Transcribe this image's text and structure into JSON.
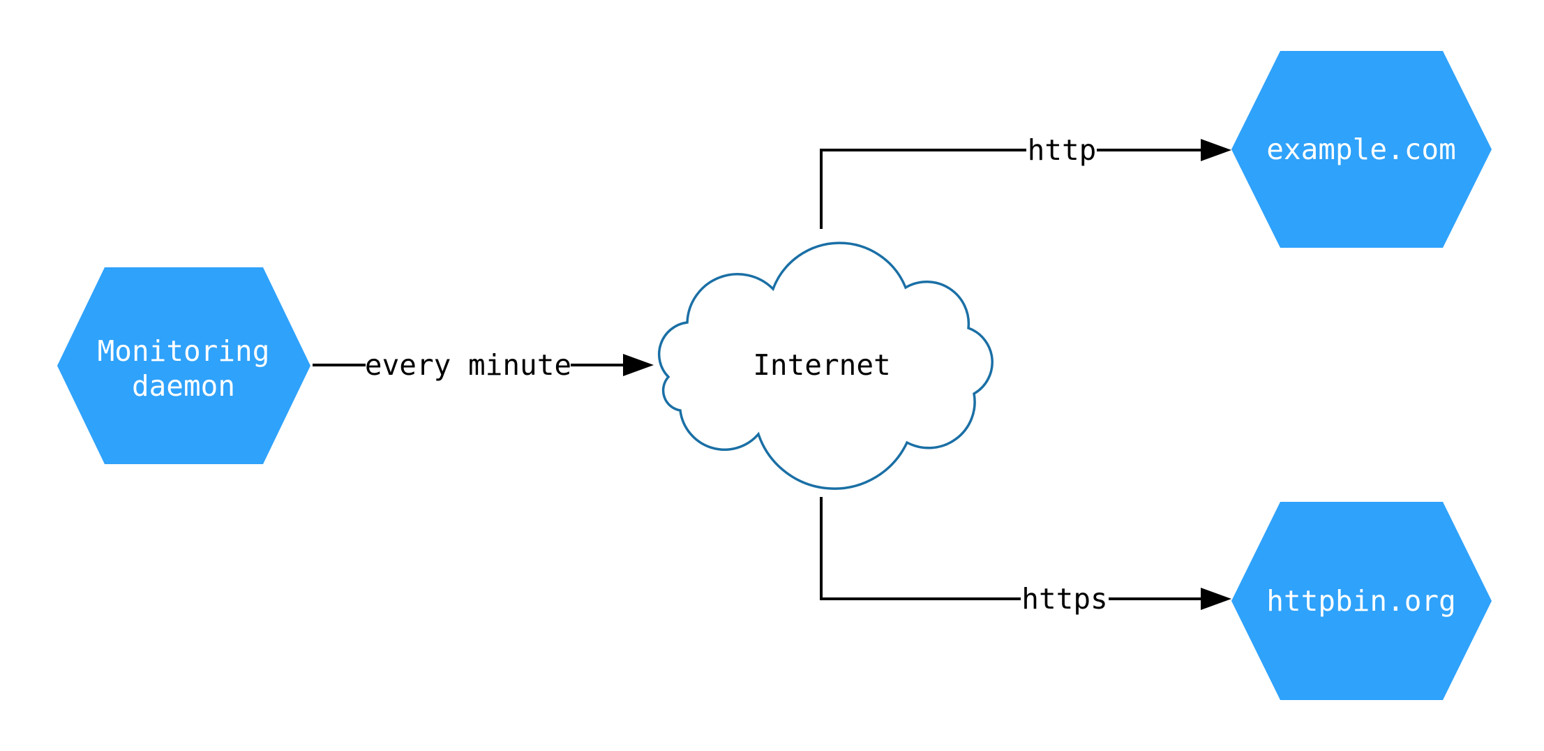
{
  "diagram": {
    "type": "network-diagram",
    "background": "#ffffff",
    "colors": {
      "node_fill": "#2FA2FB",
      "node_text": "#ffffff",
      "cloud_stroke": "#1A6FA5",
      "cloud_fill": "#ffffff",
      "edge_color": "#000000",
      "edge_label_color": "#000000"
    },
    "nodes": {
      "monitoring_daemon": {
        "shape": "hexagon",
        "label": "Monitoring daemon",
        "label_line1": "Monitoring",
        "label_line2": "daemon"
      },
      "internet": {
        "shape": "cloud",
        "label": "Internet"
      },
      "example_com": {
        "shape": "hexagon",
        "label": "example.com"
      },
      "httpbin_org": {
        "shape": "hexagon",
        "label": "httpbin.org"
      }
    },
    "edges": [
      {
        "from": "monitoring_daemon",
        "to": "internet",
        "label": "every minute"
      },
      {
        "from": "internet",
        "to": "example_com",
        "label": "http"
      },
      {
        "from": "internet",
        "to": "httpbin_org",
        "label": "https"
      }
    ]
  }
}
